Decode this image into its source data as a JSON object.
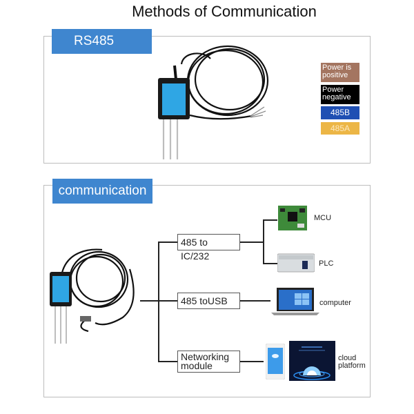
{
  "title": "Methods of Communication",
  "rs485": {
    "tag": "RS485",
    "legend": [
      {
        "label": "Power is positive",
        "line1": "Power is",
        "line2": "positive",
        "bg": "#a47560",
        "fg": "#ffffff"
      },
      {
        "label": "Power negative",
        "line1": "Power",
        "line2": "negative",
        "bg": "#000000",
        "fg": "#ffffff"
      },
      {
        "label": "485B",
        "line1": "485B",
        "line2": "",
        "bg": "#1f4fb3",
        "fg": "#ffffff"
      },
      {
        "label": "485A",
        "line1": "485A",
        "line2": "",
        "bg": "#ecb646",
        "fg": "#fde9c0"
      }
    ]
  },
  "communication": {
    "tag": "communication",
    "nodes": {
      "ic232": "485 to IC/232",
      "usb": "485 toUSB",
      "net_line1": "Networking",
      "net_line2": "module"
    },
    "targets": {
      "mcu": "MCU",
      "plc": "PLC",
      "computer": "computer",
      "cloud_line1": "cloud",
      "cloud_line2": "platform"
    }
  },
  "colors": {
    "accent": "#3f86cf",
    "border": "#bdbdbd"
  }
}
